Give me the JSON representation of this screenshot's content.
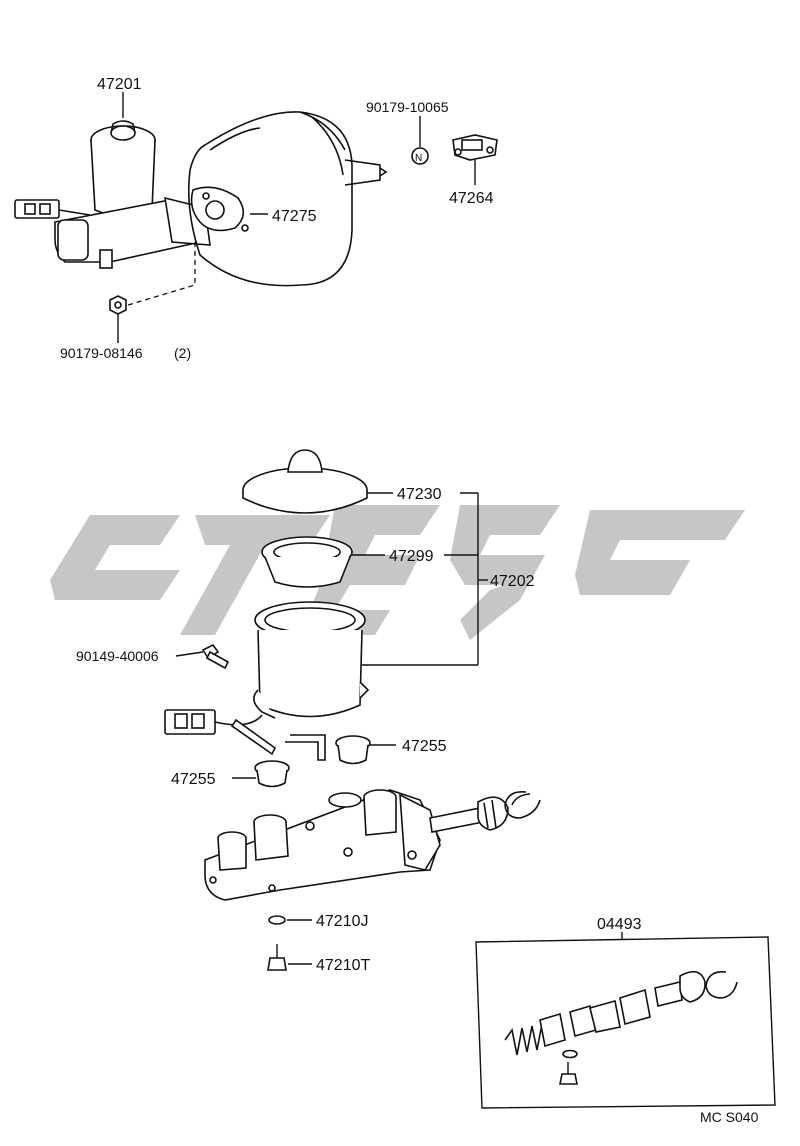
{
  "labels": {
    "p47201": "47201",
    "p47275": "47275",
    "p90179_10065": "90179-10065",
    "p47264": "47264",
    "p90179_08146": "90179-08146",
    "p90179_08146_qty": "(2)",
    "p47230": "47230",
    "p47299": "47299",
    "p47202": "47202",
    "p90149_40006": "90149-40006",
    "p47255_a": "47255",
    "p47255_b": "47255",
    "p47210J": "47210J",
    "p47210T": "47210T",
    "p04493": "04493",
    "nut_symbol": "N",
    "diagram_code": "MC S040"
  },
  "watermark": {
    "color": "#c6c6c6"
  }
}
